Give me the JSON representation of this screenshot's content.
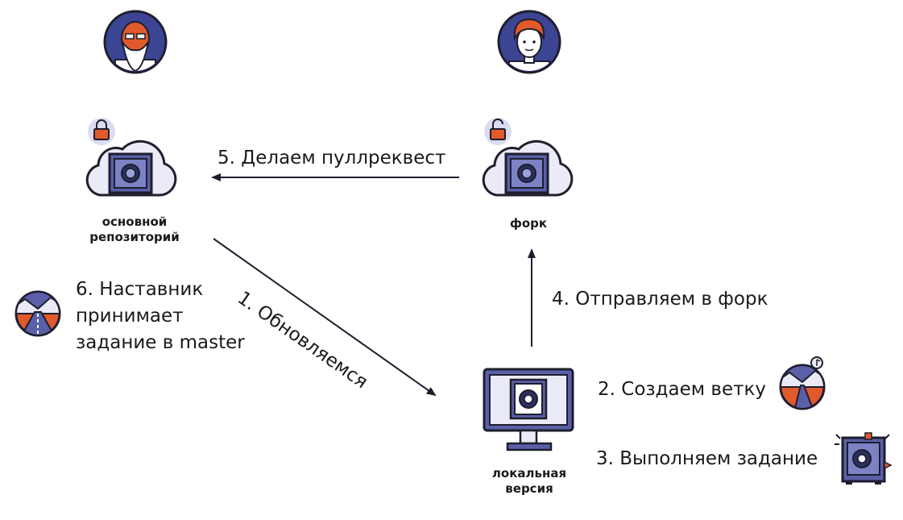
{
  "colors": {
    "line": "#1e1e2e",
    "cloud_fill": "#ebebf7",
    "safe_fill": "#5a5fa8",
    "safe_dark": "#2c2f5e",
    "accent": "#e15a2b",
    "lock_bg": "#dcdcf0",
    "avatar_bg": "#3c4594"
  },
  "nodes": {
    "main_repo": {
      "label_line1": "основной",
      "label_line2": "репозиторий",
      "icon": "cloud-safe-locked-icon"
    },
    "fork": {
      "label": "форк",
      "icon": "cloud-safe-unlocked-icon"
    },
    "local": {
      "label_line1": "локальная",
      "label_line2": "версия",
      "icon": "monitor-safe-icon"
    }
  },
  "avatars": {
    "mentor": "old-man-avatar",
    "student": "young-man-avatar"
  },
  "steps": {
    "step1": "1. Обновляемся",
    "step2": "2. Создаем ветку",
    "step3": "3. Выполняем задание",
    "step4": "4. Отправляем в форк",
    "step5": "5. Делаем пуллреквест",
    "step6_line1": "6. Наставник",
    "step6_line2": "принимает",
    "step6_line3": "задание в master"
  },
  "step_icons": {
    "step2": "road-fork-icon",
    "step3": "safe-task-icon",
    "step6": "road-merge-icon"
  }
}
